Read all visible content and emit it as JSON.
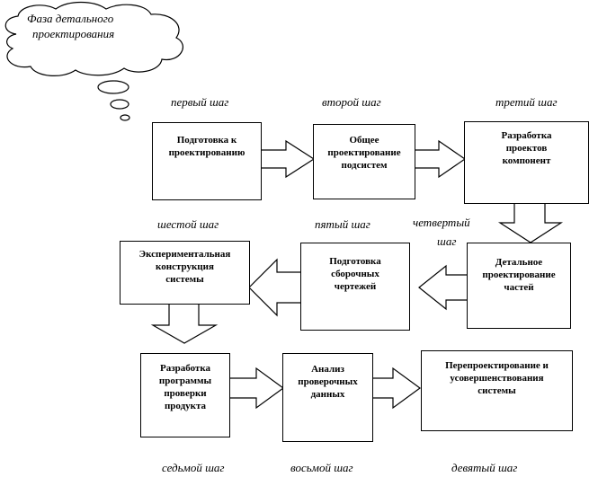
{
  "cloud": {
    "line1": "Фаза детального",
    "line2": "проектирования"
  },
  "steps": {
    "s1": "первый шаг",
    "s2": "второй шаг",
    "s3": "третий шаг",
    "s4a": "четвертый",
    "s4b": "шаг",
    "s5": "пятый шаг",
    "s6": "шестой шаг",
    "s7": "седьмой шаг",
    "s8": "восьмой шаг",
    "s9": "девятый шаг"
  },
  "boxes": {
    "b1": [
      "Подготовка к",
      "проектированию"
    ],
    "b2": [
      "Общее",
      "проектирование",
      "подсистем"
    ],
    "b3": [
      "Разработка",
      "проектов",
      "компонент"
    ],
    "b4": [
      "Детальное",
      "проектирование",
      "частей"
    ],
    "b5": [
      "Подготовка",
      "сборочных",
      "чертежей"
    ],
    "b6": [
      "Экспериментальная",
      "конструкция",
      "системы"
    ],
    "b7": [
      "Разработка",
      "программы",
      "проверки",
      "продукта"
    ],
    "b8": [
      "Анализ",
      "проверочных",
      "данных"
    ],
    "b9": [
      "Перепроектирование и",
      "усовершенствования",
      "системы"
    ]
  }
}
